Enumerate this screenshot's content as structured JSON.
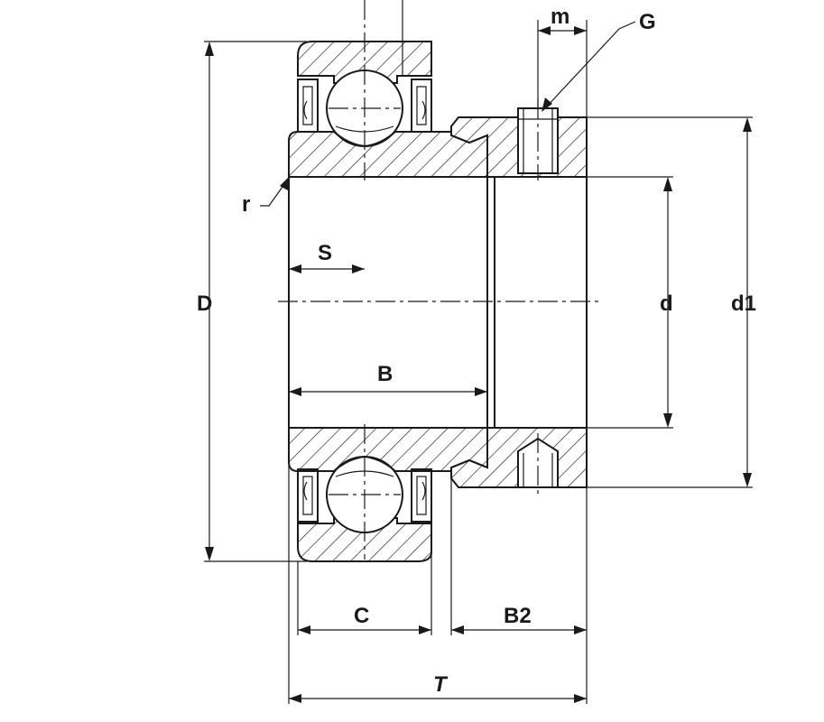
{
  "labels": {
    "m": "m",
    "G": "G",
    "r": "r",
    "D": "D",
    "S": "S",
    "d": "d",
    "d1": "d1",
    "B": "B",
    "C": "C",
    "B2": "B2",
    "T": "T"
  }
}
